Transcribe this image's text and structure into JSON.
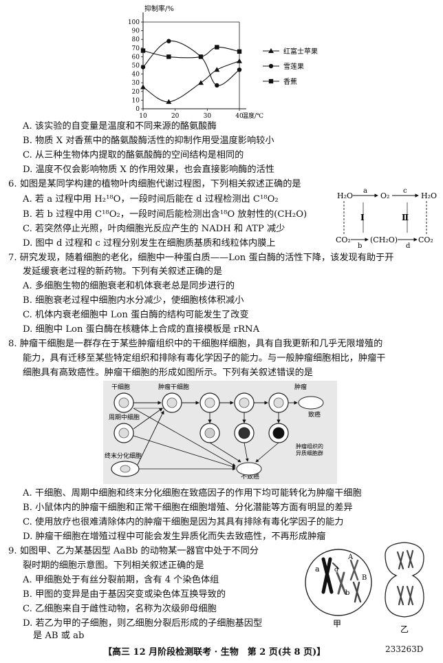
{
  "chart_data": {
    "type": "line",
    "ylabel": "抑制率/%",
    "xlabel": "温度/℃",
    "x": [
      10,
      20,
      30,
      40
    ],
    "x_ticks": [
      "10",
      "20",
      "30",
      "40"
    ],
    "y_ticks": [
      "0",
      "10",
      "20",
      "30",
      "40",
      "50",
      "60",
      "70",
      "80",
      "90",
      "100"
    ],
    "ylim": [
      0,
      100
    ],
    "xlim": [
      10,
      40
    ],
    "series": [
      {
        "name": "红富士苹果",
        "marker": "triangle",
        "values": [
          25,
          8,
          30,
          45,
          55
        ]
      },
      {
        "name": "雪莲果",
        "marker": "circle",
        "values": [
          48,
          78,
          60,
          27,
          45
        ]
      },
      {
        "name": "香蕉",
        "marker": "square",
        "values": [
          67,
          60,
          60,
          71,
          66
        ]
      }
    ],
    "x_samples": [
      10,
      18,
      28,
      33,
      40
    ],
    "legend_position": "right"
  },
  "q5_options": [
    "A. 该实验的自变量是温度和不同来源的酪氨酸酶",
    "B. 物质 X 对香蕉中的酪氨酸酶活性的抑制作用受温度影响较小",
    "C. 从三种生物体内提取的酪氨酸酶的空间结构是相同的",
    "D. 温度不仅会影响物质 X 的作用效果，也会直接影响酶的活性"
  ],
  "q6": {
    "stem": "6. 如图是某同学构建的植物叶肉细胞代谢过程图，下列相关叙述正确的是",
    "options": [
      "A. 若 a 过程中用 H₂¹⁸O，一段时间后能在 d 过程检测出 C¹⁸O₂",
      "B. 若 b 过程中用 C¹⁸O₂，一段时间后能检测出含¹⁸O 放射性的(CH₂O)",
      "C. 若突然停止光照，叶肉细胞光反应产生的 NADH 和 ATP 减少",
      "D. 图中 d 过程和 c 过程分别发生在细胞质基质和线粒体内膜上"
    ],
    "diagram": {
      "h2o": "H₂O",
      "o2": "O₂",
      "co2_left": "CO₂",
      "ch2o": "(CH₂O)",
      "co2_right": "CO₂",
      "a": "a",
      "b": "b",
      "c": "c",
      "d": "d",
      "roman1": "Ⅰ",
      "roman2": "Ⅱ"
    }
  },
  "q7": {
    "stem1": "7. 研究发现，随着细胞的老化，细胞中一种蛋白质——Lon 蛋白酶的活性下降，该发现有助于开",
    "stem2": "发延缓衰老过程的新药物。下列有关叙述正确的是",
    "options": [
      "A. 多细胞生物的细胞衰老和机体衰老总是同步进行的",
      "B. 细胞衰老过程中细胞内水分减少，使细胞核体积减小",
      "C. 机体内衰老细胞中 Lon 蛋白酶的结构可能发生了改变",
      "D. 细胞中 Lon 蛋白酶在核糖体上合成的直接模板是 rRNA"
    ]
  },
  "q8": {
    "stem1": "8. 肿瘤干细胞是一群存在于某些肿瘤组织中的干细胞样细胞，具有自我更新和几乎无限增殖的",
    "stem2": "能力，具有迁移至某些特定组织和排除有毒化学因子的能力。与一般肿瘤细胞相比，肿瘤干",
    "stem3": "细胞具有高致癌性。肿瘤干细胞的形成如图所示。下列有关叙述错误的是",
    "diagram": {
      "stem_cell": "干细胞",
      "tumor_stem_cell": "肿瘤干细胞",
      "tumor": "肿瘤",
      "carcinogenic": "致癌",
      "cycling_cell": "周期中细胞",
      "heterogeneous": "肿瘤组织的",
      "heterogeneous2": "异质细胞群",
      "terminal_cell": "终末分化细胞",
      "non_carcinogenic": "不致癌"
    },
    "options": [
      "A. 干细胞、周期中细胞和终末分化细胞在致癌因子的作用下均可能转化为肿瘤干细胞",
      "B. 小鼠体内的肿瘤干细胞和正常干细胞在细胞增殖、分化潜能等方面有明显的差异",
      "C. 使用放疗也很难清除体内的肿瘤干细胞是因为其具有排除有毒化学因子的能力",
      "D. 肿瘤干细胞在增殖过程中可能会发生异质化而失去致癌性，不再形成肿瘤"
    ]
  },
  "q9": {
    "stem1": "9. 如图甲、乙为某基因型 AaBb 的动物某一器官中处于不同分",
    "stem2": "裂时期的细胞示意图。下列相关叙述正确的是",
    "options": [
      "A. 甲细胞处于有丝分裂前期，含有 4 个染色体组",
      "B. 甲图的变异是由于基因突变或染色体互换导致的",
      "C. 乙细胞来自于雌性动物，名称为次级卵母细胞",
      "D. 若乙为甲的子细胞，则乙细胞分裂后形成的子细胞基因型"
    ],
    "option_d_cont": "是 AB 或 ab",
    "diagram": {
      "jia": "甲",
      "yi": "乙",
      "A": "A",
      "a": "a",
      "B": "B",
      "b": "b",
      "d": "d"
    }
  },
  "footer": "【高三 12 月阶段检测联考 · 生物　第 2 页(共 8 页)】",
  "code": "233263D"
}
